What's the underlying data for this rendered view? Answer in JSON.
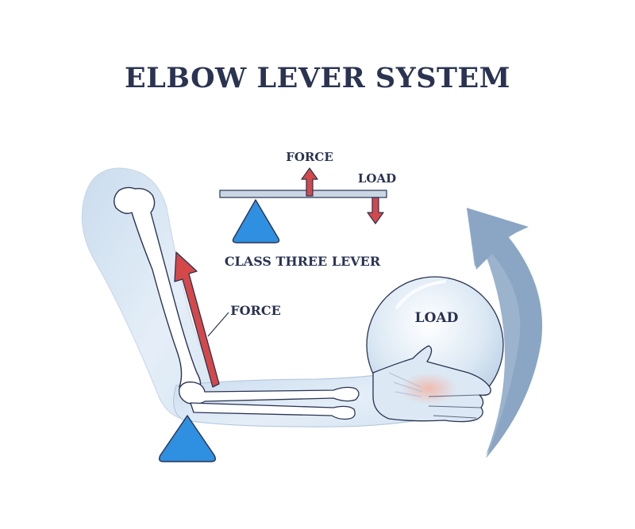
{
  "title": "ELBOW LEVER SYSTEM",
  "lever_diagram": {
    "force_label": "FORCE",
    "load_label": "LOAD",
    "caption": "CLASS THREE LEVER"
  },
  "arm_diagram": {
    "force_label": "FORCE",
    "load_label": "LOAD"
  },
  "colors": {
    "title": "#2a3352",
    "fulcrum": "#2f8fe0",
    "force_arrow": "#d4484a",
    "motion_arrow": "#8aa6c4",
    "beam": "#c9d6e4",
    "skin": "#dce8f4"
  }
}
